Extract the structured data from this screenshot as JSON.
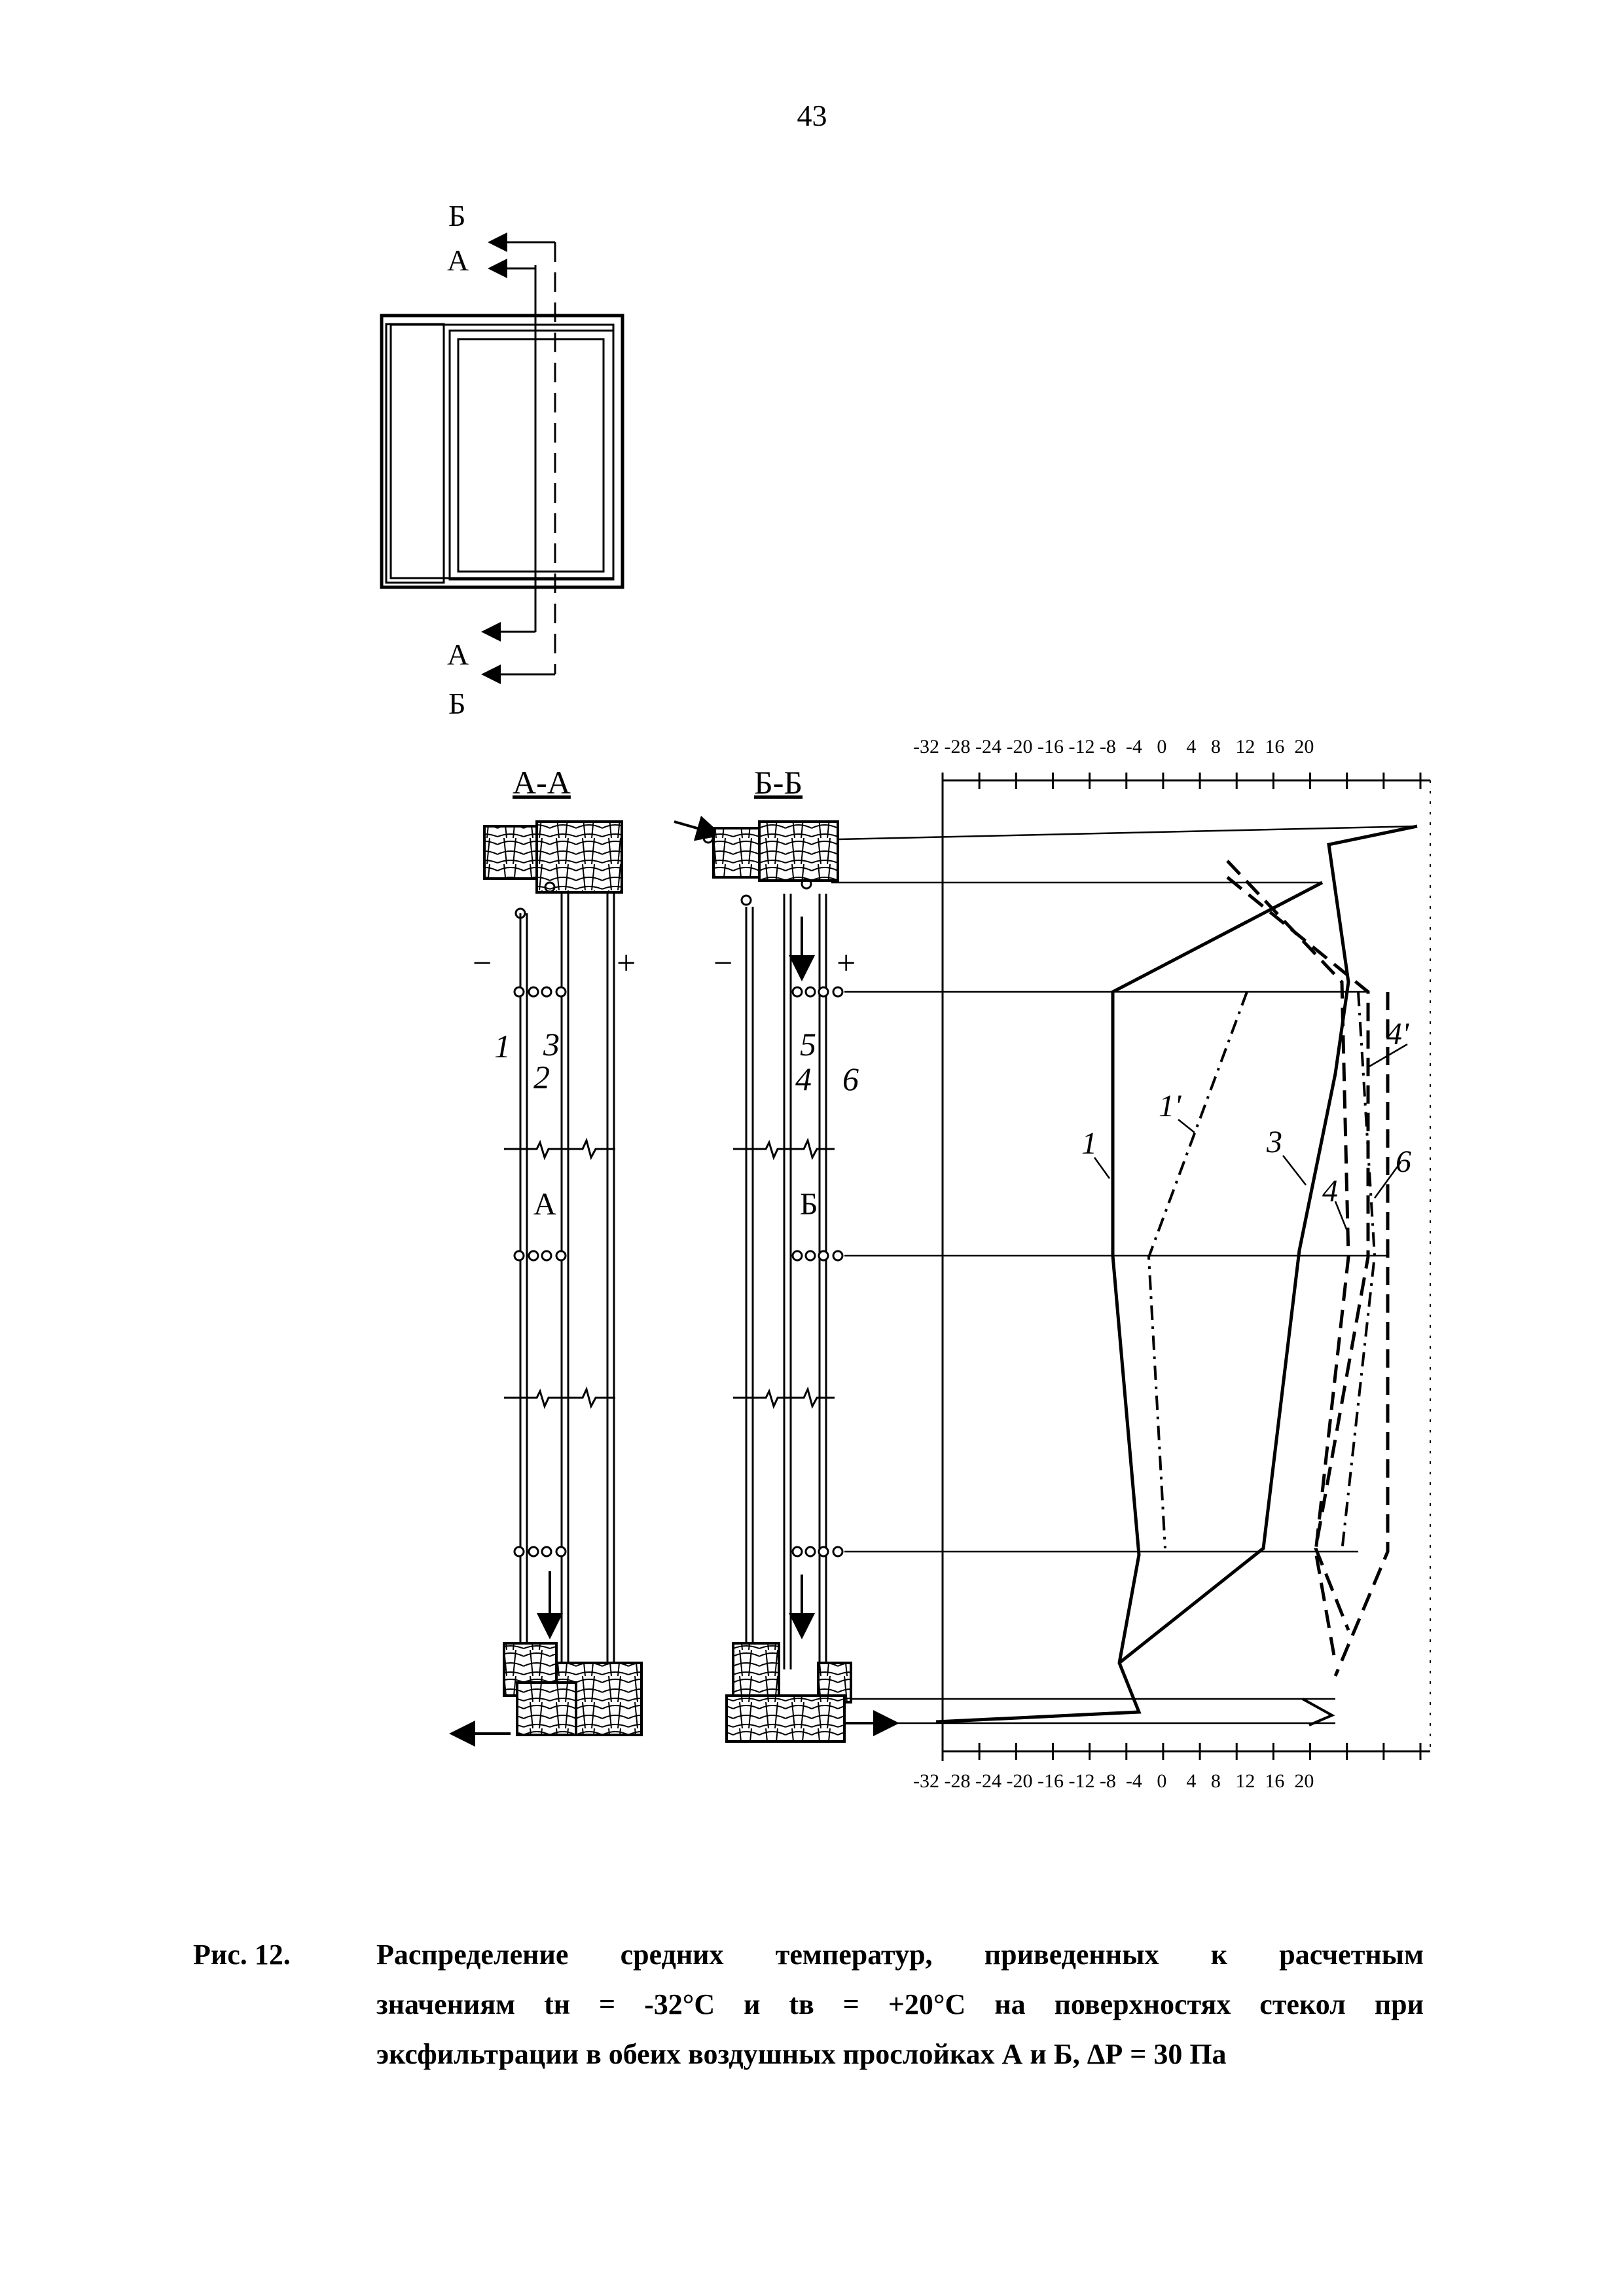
{
  "page_number": "43",
  "plan": {
    "label_b": "Б",
    "label_a": "А"
  },
  "sections": {
    "aa_title": "А-А",
    "bb_title": "Б-Б",
    "minus": "−",
    "plus": "+",
    "aa_glass_labels": [
      "1",
      "3",
      "2"
    ],
    "bb_glass_labels": [
      "5",
      "4",
      "6"
    ],
    "gap_a": "А",
    "gap_b": "Б"
  },
  "chart_data": {
    "type": "line",
    "x_ticks": [
      -32,
      -28,
      -24,
      -20,
      -16,
      -12,
      -8,
      -4,
      0,
      4,
      8,
      12,
      16,
      20
    ],
    "top_axis_label": "-32 -28 -24 -20 -16 -12 -8  -4   0    4   8   12  16  20",
    "bottom_axis_label": "-32 -28 -24 -20 -16 -12 -8  -4   0    4   8   12  16  20",
    "curve_labels": [
      "1",
      "1'",
      "3",
      "4",
      "4'",
      "6"
    ]
  },
  "caption": {
    "label": "Рис. 12.",
    "line1": "Распределение средних температур, приведенных к расчетным",
    "line2": "значениям tн = -32°С и tв = +20°С на поверхностях стекол при",
    "line3": "эксфильтрации в обеих воздушных прослойках А и Б, ΔР = 30 Па"
  }
}
